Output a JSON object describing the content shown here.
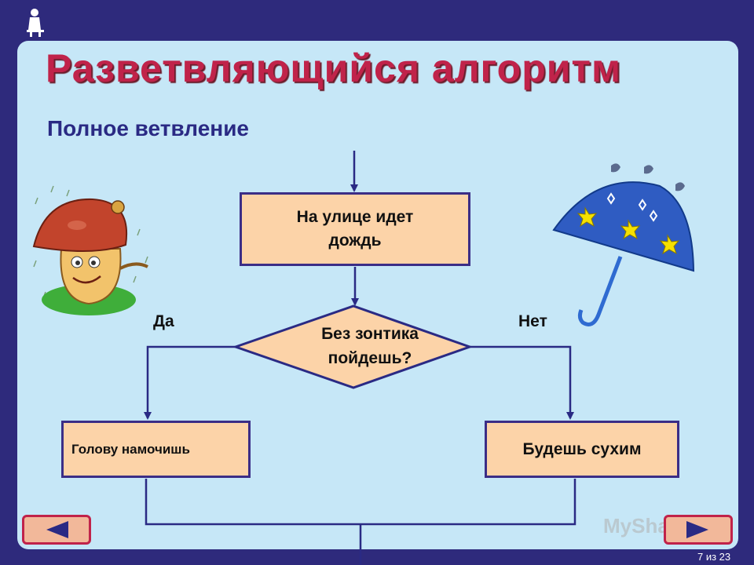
{
  "header": {
    "title": "Разветвляющийся алгоритм",
    "subtitle": "Полное ветвление"
  },
  "flowchart": {
    "process_box": "На улице идет дождь",
    "decision": "Без зонтика пойдешь?",
    "yes_label": "Да",
    "no_label": "Нет",
    "yes_box": "Голову намочишь",
    "no_box": "Будешь сухим"
  },
  "footer": {
    "watermark": "MyShared",
    "page_indicator": "7 из 23"
  },
  "icons": {
    "logo": "person-at-desk-icon",
    "prev": "triangle-left-icon",
    "next": "triangle-right-icon"
  },
  "colors": {
    "frame": "#2e2a7c",
    "slide_bg": "#c6e7f7",
    "title": "#c0234a",
    "subtitle": "#2a2a84",
    "box_fill": "#fcd3a8",
    "box_border": "#3b2d86",
    "nav_fill": "#f2b89a"
  }
}
